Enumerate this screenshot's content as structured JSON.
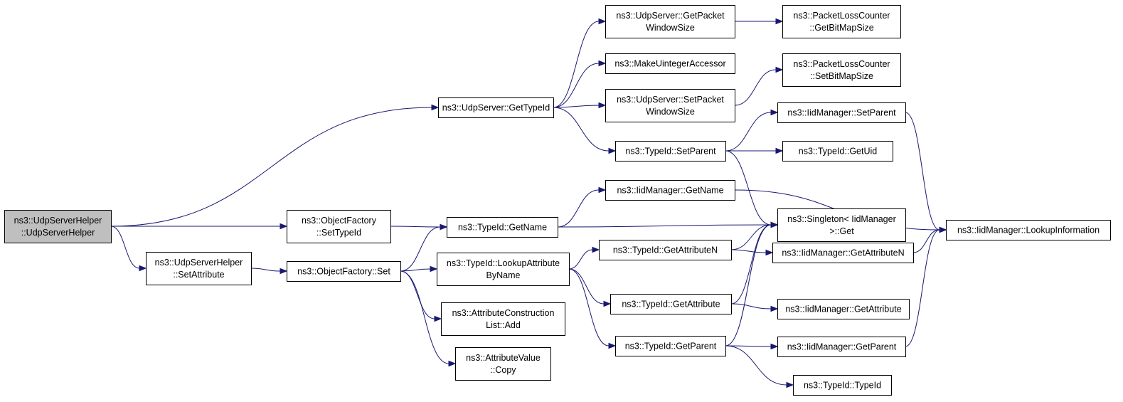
{
  "diagram": {
    "nodes": [
      {
        "id": "n_root",
        "lines": [
          "ns3::UdpServerHelper",
          "::UdpServerHelper"
        ],
        "root": true
      },
      {
        "id": "n_srv_gettypeid",
        "lines": [
          "ns3::UdpServer::GetTypeId"
        ]
      },
      {
        "id": "n_of_settypeid",
        "lines": [
          "ns3::ObjectFactory",
          "::SetTypeId"
        ]
      },
      {
        "id": "n_helper_setattr",
        "lines": [
          "ns3::UdpServerHelper",
          "::SetAttribute"
        ]
      },
      {
        "id": "n_of_set",
        "lines": [
          "ns3::ObjectFactory::Set"
        ]
      },
      {
        "id": "n_srv_getwin",
        "lines": [
          "ns3::UdpServer::GetPacket",
          "WindowSize"
        ]
      },
      {
        "id": "n_make_uint",
        "lines": [
          "ns3::MakeUintegerAccessor"
        ]
      },
      {
        "id": "n_srv_setwin",
        "lines": [
          "ns3::UdpServer::SetPacket",
          "WindowSize"
        ]
      },
      {
        "id": "n_tid_setparent",
        "lines": [
          "ns3::TypeId::SetParent"
        ]
      },
      {
        "id": "n_tid_getname",
        "lines": [
          "ns3::TypeId::GetName"
        ]
      },
      {
        "id": "n_tid_lookup",
        "lines": [
          "ns3::TypeId::LookupAttribute",
          "ByName"
        ]
      },
      {
        "id": "n_acl_add",
        "lines": [
          "ns3::AttributeConstruction",
          "List::Add"
        ]
      },
      {
        "id": "n_av_copy",
        "lines": [
          "ns3::AttributeValue",
          "::Copy"
        ]
      },
      {
        "id": "n_plc_getbm",
        "lines": [
          "ns3::PacketLossCounter",
          "::GetBitMapSize"
        ]
      },
      {
        "id": "n_plc_setbm",
        "lines": [
          "ns3::PacketLossCounter",
          "::SetBitMapSize"
        ]
      },
      {
        "id": "n_iid_setparent",
        "lines": [
          "ns3::IidManager::SetParent"
        ]
      },
      {
        "id": "n_tid_getuid",
        "lines": [
          "ns3::TypeId::GetUid"
        ]
      },
      {
        "id": "n_iid_getname",
        "lines": [
          "ns3::IidManager::GetName"
        ]
      },
      {
        "id": "n_singleton_get",
        "lines": [
          "ns3::Singleton< IidManager",
          ">::Get"
        ]
      },
      {
        "id": "n_tid_getattrn",
        "lines": [
          "ns3::TypeId::GetAttributeN"
        ]
      },
      {
        "id": "n_tid_getattr",
        "lines": [
          "ns3::TypeId::GetAttribute"
        ]
      },
      {
        "id": "n_tid_getparent",
        "lines": [
          "ns3::TypeId::GetParent"
        ]
      },
      {
        "id": "n_iid_getattrn",
        "lines": [
          "ns3::IidManager::GetAttributeN"
        ]
      },
      {
        "id": "n_iid_getattr",
        "lines": [
          "ns3::IidManager::GetAttribute"
        ]
      },
      {
        "id": "n_iid_getparent",
        "lines": [
          "ns3::IidManager::GetParent"
        ]
      },
      {
        "id": "n_tid_typeid",
        "lines": [
          "ns3::TypeId::TypeId"
        ]
      },
      {
        "id": "n_iid_lookup",
        "lines": [
          "ns3::IidManager::LookupInformation"
        ]
      }
    ],
    "edges": [
      {
        "from": "n_root",
        "to": "n_srv_gettypeid"
      },
      {
        "from": "n_root",
        "to": "n_of_settypeid"
      },
      {
        "from": "n_root",
        "to": "n_helper_setattr"
      },
      {
        "from": "n_helper_setattr",
        "to": "n_of_set"
      },
      {
        "from": "n_of_settypeid",
        "to": "n_tid_getname"
      },
      {
        "from": "n_of_set",
        "to": "n_tid_getname"
      },
      {
        "from": "n_of_set",
        "to": "n_tid_lookup"
      },
      {
        "from": "n_of_set",
        "to": "n_acl_add"
      },
      {
        "from": "n_of_set",
        "to": "n_av_copy"
      },
      {
        "from": "n_srv_gettypeid",
        "to": "n_srv_getwin"
      },
      {
        "from": "n_srv_gettypeid",
        "to": "n_make_uint"
      },
      {
        "from": "n_srv_gettypeid",
        "to": "n_srv_setwin"
      },
      {
        "from": "n_srv_gettypeid",
        "to": "n_tid_setparent"
      },
      {
        "from": "n_srv_getwin",
        "to": "n_plc_getbm"
      },
      {
        "from": "n_srv_setwin",
        "to": "n_plc_setbm"
      },
      {
        "from": "n_tid_setparent",
        "to": "n_iid_setparent"
      },
      {
        "from": "n_tid_setparent",
        "to": "n_tid_getuid"
      },
      {
        "from": "n_tid_setparent",
        "to": "n_singleton_get"
      },
      {
        "from": "n_tid_getname",
        "to": "n_iid_getname"
      },
      {
        "from": "n_tid_getname",
        "to": "n_singleton_get"
      },
      {
        "from": "n_tid_lookup",
        "to": "n_tid_getattrn"
      },
      {
        "from": "n_tid_lookup",
        "to": "n_tid_getattr"
      },
      {
        "from": "n_tid_lookup",
        "to": "n_tid_getparent"
      },
      {
        "from": "n_tid_getattrn",
        "to": "n_singleton_get"
      },
      {
        "from": "n_tid_getattrn",
        "to": "n_iid_getattrn"
      },
      {
        "from": "n_tid_getattr",
        "to": "n_singleton_get"
      },
      {
        "from": "n_tid_getattr",
        "to": "n_iid_getattr"
      },
      {
        "from": "n_tid_getparent",
        "to": "n_singleton_get"
      },
      {
        "from": "n_tid_getparent",
        "to": "n_iid_getparent"
      },
      {
        "from": "n_tid_getparent",
        "to": "n_tid_typeid"
      },
      {
        "from": "n_iid_setparent",
        "to": "n_iid_lookup"
      },
      {
        "from": "n_iid_getname",
        "to": "n_iid_lookup"
      },
      {
        "from": "n_iid_getattrn",
        "to": "n_iid_lookup"
      },
      {
        "from": "n_iid_getparent",
        "to": "n_iid_lookup"
      }
    ],
    "colors": {
      "edge": "#191970",
      "root_fill": "#bfbfbf",
      "node_fill": "#ffffff",
      "node_stroke": "#000000"
    }
  }
}
